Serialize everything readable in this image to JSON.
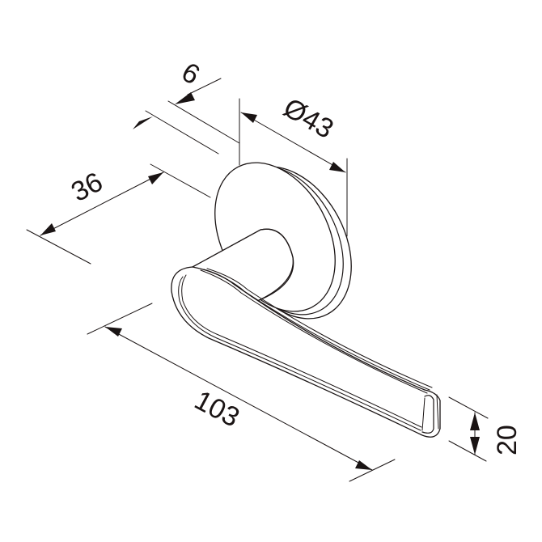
{
  "drawing": {
    "subject": "door lever handle on round rose",
    "line_color": "#1a1414",
    "background": "#ffffff"
  },
  "dimensions": {
    "rose_thickness": {
      "label": "6"
    },
    "rose_diameter": {
      "label": "Ø43"
    },
    "projection": {
      "label": "36"
    },
    "lever_length": {
      "label": "103"
    },
    "lever_height": {
      "label": "20"
    }
  }
}
